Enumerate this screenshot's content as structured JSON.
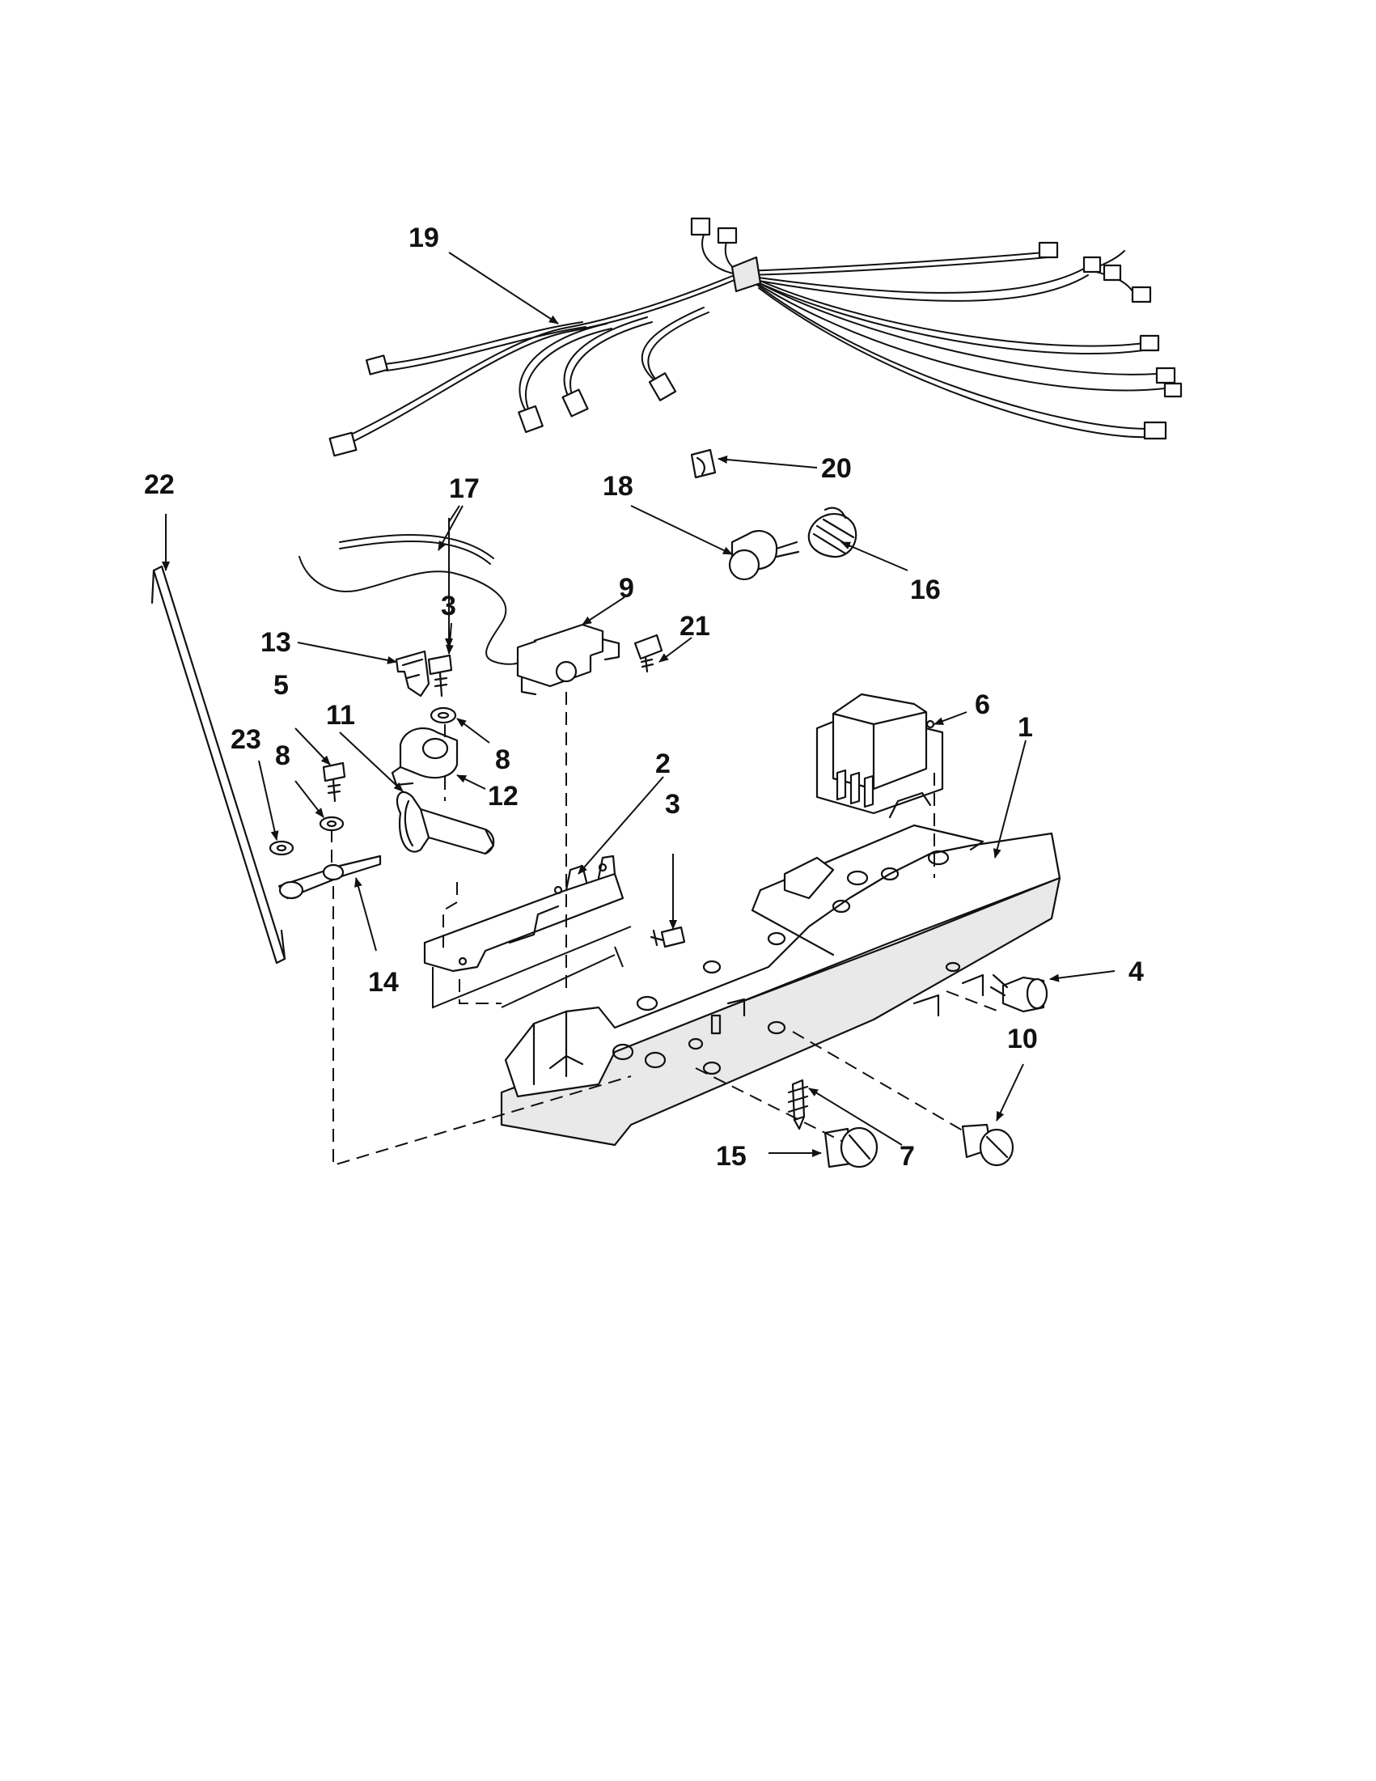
{
  "diagram": {
    "callouts": [
      {
        "id": "c1",
        "label": "1"
      },
      {
        "id": "c2",
        "label": "2"
      },
      {
        "id": "c3a",
        "label": "3"
      },
      {
        "id": "c3b",
        "label": "3"
      },
      {
        "id": "c4",
        "label": "4"
      },
      {
        "id": "c5",
        "label": "5"
      },
      {
        "id": "c6",
        "label": "6"
      },
      {
        "id": "c7",
        "label": "7"
      },
      {
        "id": "c8a",
        "label": "8"
      },
      {
        "id": "c8b",
        "label": "8"
      },
      {
        "id": "c9",
        "label": "9"
      },
      {
        "id": "c10",
        "label": "10"
      },
      {
        "id": "c11",
        "label": "11"
      },
      {
        "id": "c12",
        "label": "12"
      },
      {
        "id": "c13",
        "label": "13"
      },
      {
        "id": "c14",
        "label": "14"
      },
      {
        "id": "c15",
        "label": "15"
      },
      {
        "id": "c16",
        "label": "16"
      },
      {
        "id": "c17",
        "label": "17"
      },
      {
        "id": "c18",
        "label": "18"
      },
      {
        "id": "c19",
        "label": "19"
      },
      {
        "id": "c20",
        "label": "20"
      },
      {
        "id": "c21",
        "label": "21"
      },
      {
        "id": "c22",
        "label": "22"
      },
      {
        "id": "c23",
        "label": "23"
      }
    ]
  }
}
